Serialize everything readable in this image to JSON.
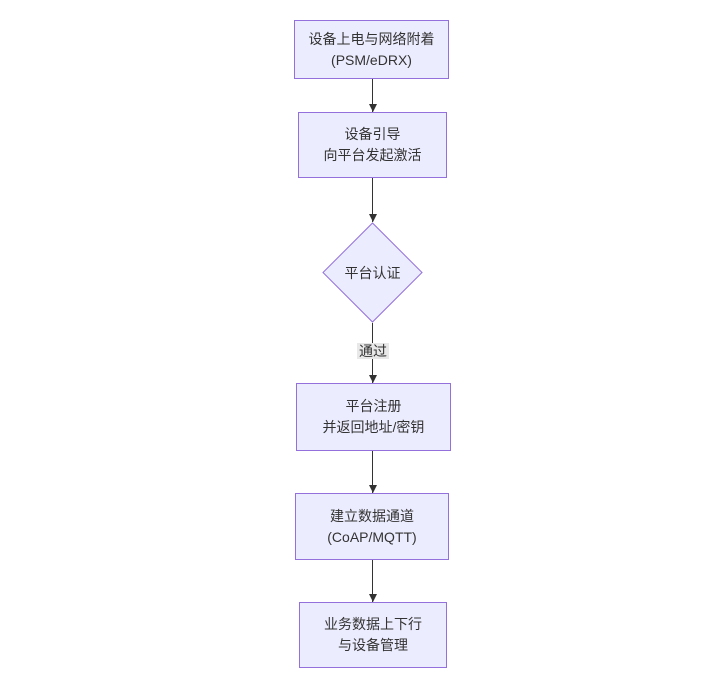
{
  "diagram": {
    "type": "flowchart",
    "direction": "top-down",
    "nodes": [
      {
        "id": "A",
        "shape": "rect",
        "lines": [
          "设备上电与网络附着",
          "(PSM/eDRX)"
        ]
      },
      {
        "id": "B",
        "shape": "rect",
        "lines": [
          "设备引导",
          "向平台发起激活"
        ]
      },
      {
        "id": "C",
        "shape": "diamond",
        "lines": [
          "平台认证"
        ]
      },
      {
        "id": "D",
        "shape": "rect",
        "lines": [
          "平台注册",
          "并返回地址/密钥"
        ]
      },
      {
        "id": "E",
        "shape": "rect",
        "lines": [
          "建立数据通道",
          "(CoAP/MQTT)"
        ]
      },
      {
        "id": "F",
        "shape": "rect",
        "lines": [
          "业务数据上下行",
          "与设备管理"
        ]
      }
    ],
    "edges": [
      {
        "from": "A",
        "to": "B",
        "label": ""
      },
      {
        "from": "B",
        "to": "C",
        "label": ""
      },
      {
        "from": "C",
        "to": "D",
        "label": "通过"
      },
      {
        "from": "D",
        "to": "E",
        "label": ""
      },
      {
        "from": "E",
        "to": "F",
        "label": ""
      }
    ],
    "colors": {
      "node_fill": "#ECECFF",
      "node_stroke": "#9370DB",
      "text": "#333333",
      "edge_line": "#333333",
      "edge_label_bg": "#e8e8e8",
      "background": "#ffffff"
    }
  }
}
